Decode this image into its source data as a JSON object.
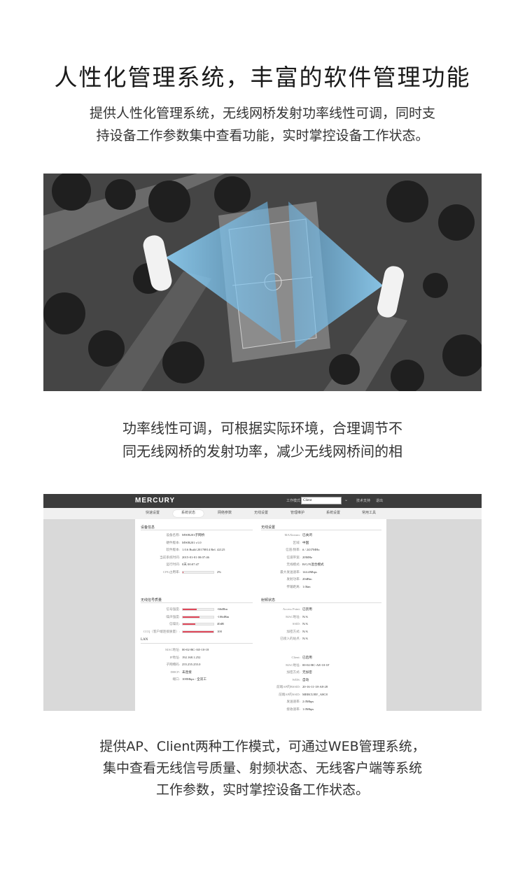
{
  "headline": "人性化管理系统，丰富的软件管理功能",
  "intro": {
    "line1": "提供人性化管理系统，无线网桥发射功率线性可调，同时支",
    "line2": "持设备工作参数集中查看功能，实时掌控设备工作状态。"
  },
  "caption1": {
    "line1": "功率线性可调，可根据实际环境，合理调节不",
    "line2": "同无线网桥的发射功率，减少无线网桥间的相"
  },
  "ui": {
    "logo": "MERCURY",
    "mode_label": "工作模式",
    "mode_value": "Client",
    "support": "技术支持",
    "logout": "退出",
    "tabs": [
      "快速设置",
      "系统状态",
      "网络参数",
      "无线设置",
      "管理维护",
      "系统设置",
      "常用工具"
    ],
    "device": {
      "title": "设备信息",
      "rows": [
        {
          "k": "设备名称:",
          "v": "MWB201子网桥"
        },
        {
          "k": "硬件版本:",
          "v": "MWB201 v1.0"
        },
        {
          "k": "软件版本:",
          "v": "1.0.6 Build 20170814 Rel. 42125"
        },
        {
          "k": "当前系统时间:",
          "v": "2015-01-01 00:07:46"
        },
        {
          "k": "运行时间:",
          "v": "0天 00:07:47"
        },
        {
          "k": "CPU占用率:",
          "v": "2%"
        }
      ],
      "cpu_fraction": 0.02
    },
    "wireless": {
      "title": "无线设置",
      "rows": [
        {
          "k": "MAXtream:",
          "v": "已关闭"
        },
        {
          "k": "区域:",
          "v": "中国"
        },
        {
          "k": "信道/频率:",
          "v": "# / 2437MHz"
        },
        {
          "k": "信道带宽:",
          "v": "20MHz"
        },
        {
          "k": "无线模式:",
          "v": "B/G/N混合模式"
        },
        {
          "k": "最大发送速率:",
          "v": "144.4Mbps"
        },
        {
          "k": "发射功率:",
          "v": "20dBm"
        },
        {
          "k": "传输距离:",
          "v": "1.0km"
        }
      ]
    },
    "signal": {
      "title": "无线信号质量",
      "rows": [
        {
          "k": "信号强度:",
          "v": "-66dBm",
          "fraction": 0.45
        },
        {
          "k": "噪声强度:",
          "v": "-106dBm",
          "fraction": 0.55
        },
        {
          "k": "信噪比:",
          "v": "40dB",
          "fraction": 0.4
        },
        {
          "k": "CCQ（客户端连接质量）:",
          "v": "100",
          "fraction": 1.0
        }
      ]
    },
    "link": {
      "title": "射频状态",
      "rows": [
        {
          "k": "Access Point:",
          "v": "已禁用"
        },
        {
          "k": "MAC地址:",
          "v": "N/A"
        },
        {
          "k": "SSID:",
          "v": "N/A"
        },
        {
          "k": "加密方式:",
          "v": "N/A"
        },
        {
          "k": "已接入的站点:",
          "v": "N/A"
        }
      ]
    },
    "lan": {
      "title": "LAN",
      "rows": [
        {
          "k": "MAC地址:",
          "v": "00-02-BC-AE-10-18"
        },
        {
          "k": "IP地址:",
          "v": "192.168.1.252"
        },
        {
          "k": "子网掩码:",
          "v": "255.255.255.0"
        },
        {
          "k": "DHCP:",
          "v": "未连接"
        },
        {
          "k": "端口:",
          "v": "100Mbps - 全双工"
        }
      ]
    },
    "client": {
      "rows": [
        {
          "k": "Client:",
          "v": "已启用"
        },
        {
          "k": "MAC地址:",
          "v": "00-02-BC-AE-10-1F"
        },
        {
          "k": "加密方式:",
          "v": "无加密"
        },
        {
          "k": "WDS:",
          "v": "自动"
        },
        {
          "k": "前端AP的BSSID:",
          "v": "20-16-11-18-A8-28"
        },
        {
          "k": "前端AP的SSID:",
          "v": "MERCURY_A8C8"
        },
        {
          "k": "发送速率:",
          "v": "2.0Mbps"
        },
        {
          "k": "接收速率:",
          "v": "1.0Mbps"
        }
      ]
    }
  },
  "caption2": {
    "line1": "提供AP、Client两种工作模式，可通过WEB管理系统，",
    "line2": "集中查看无线信号质量、射频状态、无线客户端等系统",
    "line3": "工作参数，实时掌控设备工作状态。"
  }
}
